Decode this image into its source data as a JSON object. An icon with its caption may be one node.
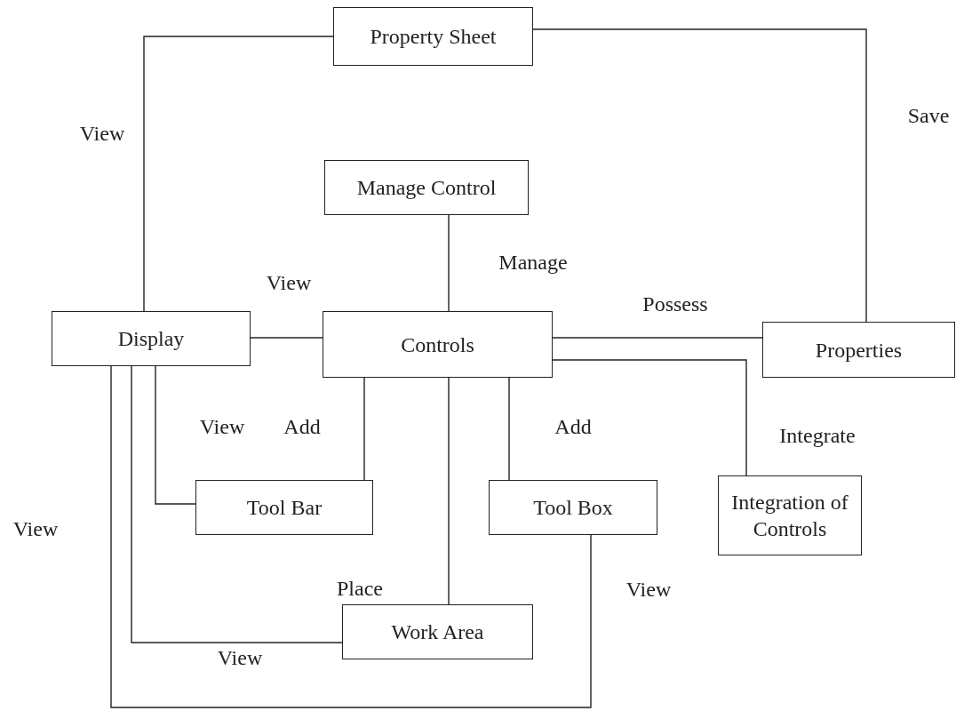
{
  "diagram": {
    "nodes": [
      {
        "text": [
          "Property Sheet"
        ]
      },
      {
        "text": [
          "Manage Control"
        ]
      },
      {
        "text": [
          "Display"
        ]
      },
      {
        "text": [
          "Controls"
        ]
      },
      {
        "text": [
          "Properties"
        ]
      },
      {
        "text": [
          "Tool Bar"
        ]
      },
      {
        "text": [
          "Tool Box"
        ]
      },
      {
        "text": [
          "Integration of Controls"
        ]
      },
      {
        "text": [
          "Work Area"
        ]
      }
    ],
    "edges": [
      {
        "from": 0,
        "to": 2,
        "arrow": "none",
        "label": "View"
      },
      {
        "from": 0,
        "to": 4,
        "arrow": "none",
        "label": "Save"
      },
      {
        "from": 1,
        "to": 3,
        "arrow": "none",
        "label": "Manage"
      },
      {
        "from": 2,
        "to": 3,
        "arrow": "none",
        "label": "View"
      },
      {
        "from": 3,
        "to": 4,
        "arrow": "none",
        "label": "Possess"
      },
      {
        "from": 3,
        "to": 7,
        "arrow": "none",
        "label": "Integrate"
      },
      {
        "from": 3,
        "to": 5,
        "arrow": "none",
        "label": "Add"
      },
      {
        "from": 3,
        "to": 6,
        "arrow": "none",
        "label": "Add"
      },
      {
        "from": 3,
        "to": 8,
        "arrow": "none",
        "label": "Place"
      },
      {
        "from": 2,
        "to": 5,
        "arrow": "none",
        "label": "View"
      },
      {
        "from": 2,
        "to": 8,
        "arrow": "none",
        "label": "View"
      },
      {
        "from": 2,
        "to": 6,
        "arrow": "none",
        "label": "View"
      }
    ],
    "labels": [
      "View"
    ]
  }
}
